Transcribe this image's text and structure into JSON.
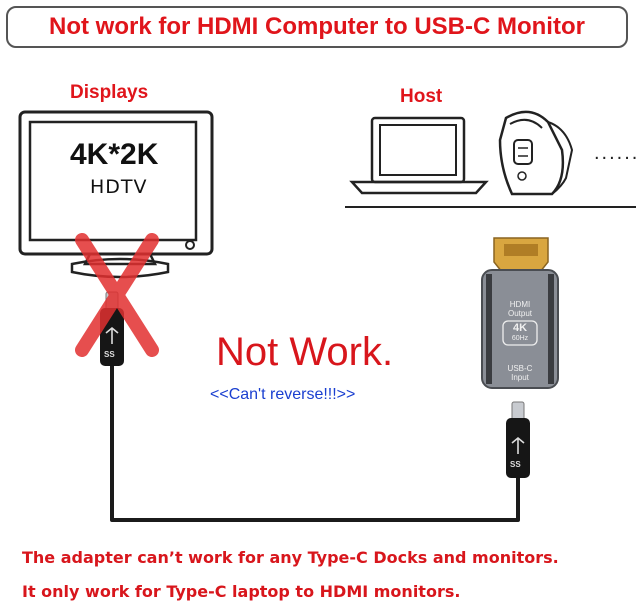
{
  "banner": {
    "text": "Not work for HDMI Computer to USB-C Monitor"
  },
  "labels": {
    "displays": "Displays",
    "host": "Host",
    "more": "......"
  },
  "monitor": {
    "resolution": "4K*2K",
    "type": "HDTV"
  },
  "status": {
    "not_work": "Not Work.",
    "cant_reverse": "<<Can't reverse!!!>>"
  },
  "adapter": {
    "hdmi_output": [
      "HDMI",
      "Output"
    ],
    "badge_big": "4K",
    "badge_small": "60Hz",
    "usbc_input": [
      "USB-C",
      "Input"
    ]
  },
  "connector_logo": "SS",
  "footer": {
    "line1": "The adapter can’t work for any Type-C Docks and monitors.",
    "line2": "It only work for Type-C laptop to HDMI monitors."
  },
  "colors": {
    "red": "#d8161c",
    "blue": "#1a3fd0",
    "adapter_body": "#8a8e96"
  }
}
